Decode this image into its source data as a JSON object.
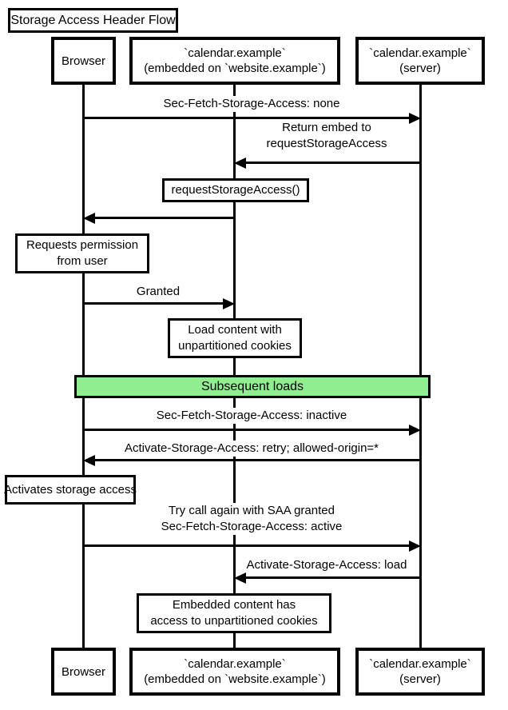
{
  "title": "Storage Access Header Flow",
  "colors": {
    "band_fill": "#90EE90",
    "line_color": "#000000"
  },
  "participants": {
    "browser": {
      "line1": "Browser"
    },
    "embed": {
      "line1": "`calendar.example`",
      "line2": "(embedded on `website.example`)"
    },
    "server": {
      "line1": "`calendar.example`",
      "line2": "(server)"
    }
  },
  "messages": {
    "sec_fetch_none": {
      "label": "Sec-Fetch-Storage-Access: none"
    },
    "return_embed": {
      "line1": "Return embed to",
      "line2": "requestStorageAccess"
    },
    "granted": {
      "label": "Granted"
    },
    "sec_fetch_inactive": {
      "label": "Sec-Fetch-Storage-Access: inactive"
    },
    "activate_retry": {
      "label": "Activate-Storage-Access: retry; allowed-origin=*"
    },
    "try_again": {
      "line1": "Try call again with SAA granted",
      "line2": "Sec-Fetch-Storage-Access: active"
    },
    "activate_load": {
      "label": "Activate-Storage-Access: load"
    }
  },
  "notes": {
    "request_storage_access": {
      "label": "requestStorageAccess()"
    },
    "requests_permission": {
      "line1": "Requests permission",
      "line2": "from user"
    },
    "load_content": {
      "line1": "Load content with",
      "line2": "unpartitioned cookies"
    },
    "activates_storage": {
      "label": "Activates storage access"
    },
    "embedded_content": {
      "line1": "Embedded content has",
      "line2": "access to unpartitioned cookies"
    }
  },
  "divider": {
    "label": "Subsequent loads"
  }
}
